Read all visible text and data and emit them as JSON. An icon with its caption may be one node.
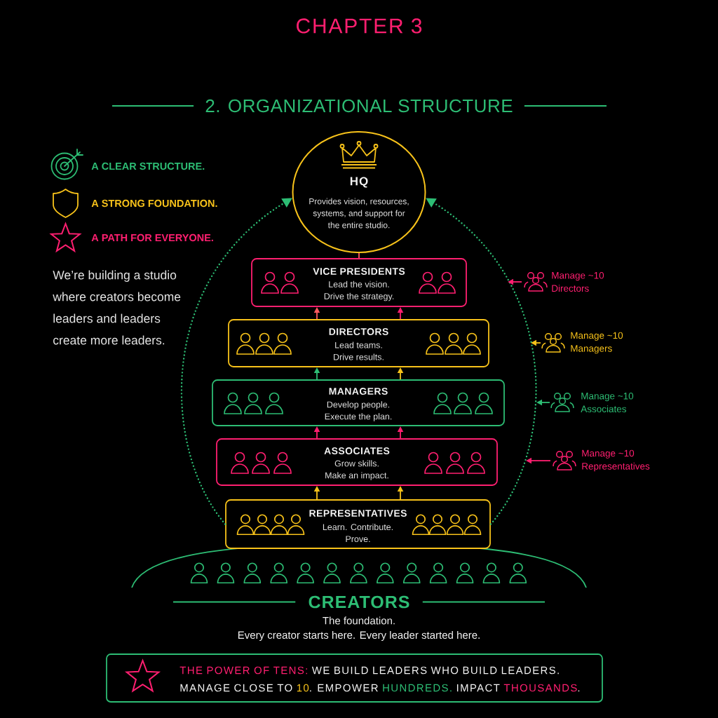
{
  "diagram": {
    "title": "2. ORGANIZATIONAL STRUCTURE",
    "nodes": [
      {
        "text": [
          "HQ",
          "Provides vision, resources, systems, and support for the entire studio."
        ]
      },
      {
        "text": [
          "VICE PRESIDENTS",
          "Lead the vision. Drive the strategy."
        ]
      },
      {
        "text": [
          "DIRECTORS",
          "Lead teams. Drive results."
        ]
      },
      {
        "text": [
          "MANAGERS",
          "Develop people. Execute the plan."
        ]
      },
      {
        "text": [
          "ASSOCIATES",
          "Grow skills. Make an impact."
        ]
      },
      {
        "text": [
          "REPRESENTATIVES",
          "Learn. Contribute. Prove."
        ]
      },
      {
        "text": [
          "Manage ~10 Directors"
        ]
      },
      {
        "text": [
          "Manage ~10 Managers"
        ]
      },
      {
        "text": [
          "Manage ~10 Associates"
        ]
      },
      {
        "text": [
          "Manage ~10 Representatives"
        ]
      },
      {
        "text": [
          "THE POWER OF TENS:",
          "WE BUILD LEADERS WHO BUILD LEADERS.",
          "MANAGE CLOSE TO",
          "10",
          ". EMPOWER",
          "HUNDREDS.",
          "IMPACT",
          "THOUSANDS",
          "."
        ]
      }
    ],
    "edges": [
      {
        "from": 0,
        "to": 1,
        "arrow": "none",
        "color": "#ff5a5f"
      },
      {
        "from": 2,
        "to": 1,
        "arrow": "to",
        "color": "#ff5a5f"
      },
      {
        "from": 2,
        "to": 1,
        "arrow": "to"
      },
      {
        "from": 3,
        "to": 2,
        "arrow": "to",
        "color": "#2dbd74"
      },
      {
        "from": 3,
        "to": 2,
        "arrow": "to",
        "color": "#f7c21a"
      },
      {
        "from": 4,
        "to": 3,
        "arrow": "to"
      },
      {
        "from": 4,
        "to": 3,
        "arrow": "to"
      },
      {
        "from": 5,
        "to": 4,
        "arrow": "to",
        "color": "#f7c21a"
      },
      {
        "from": 5,
        "to": 4,
        "arrow": "to",
        "color": "#f7c21a"
      },
      {
        "from": 5,
        "to": 0,
        "arrow": "to",
        "style": "dashed",
        "color": "#2dbd74"
      },
      {
        "from": 5,
        "to": 0,
        "arrow": "to",
        "style": "dashed",
        "color": "#2dbd74"
      },
      {
        "from": 6,
        "to": null,
        "arrow": "to"
      },
      {
        "from": 7,
        "to": null,
        "arrow": "to",
        "color": "#f7c21a"
      },
      {
        "from": 8,
        "to": null,
        "arrow": "to",
        "color": "#2dbd74"
      },
      {
        "from": 9,
        "to": null,
        "arrow": "to"
      }
    ],
    "labels": [
      "CHAPTER 3",
      "A CLEAR STRUCTURE.",
      "A STRONG FOUNDATION.",
      "A PATH FOR EVERYONE.",
      "We’re building a studio where creators become leaders and leaders create more leaders.",
      "CREATORS",
      "The foundation.",
      "Every creator starts here. Every leader started here."
    ]
  }
}
